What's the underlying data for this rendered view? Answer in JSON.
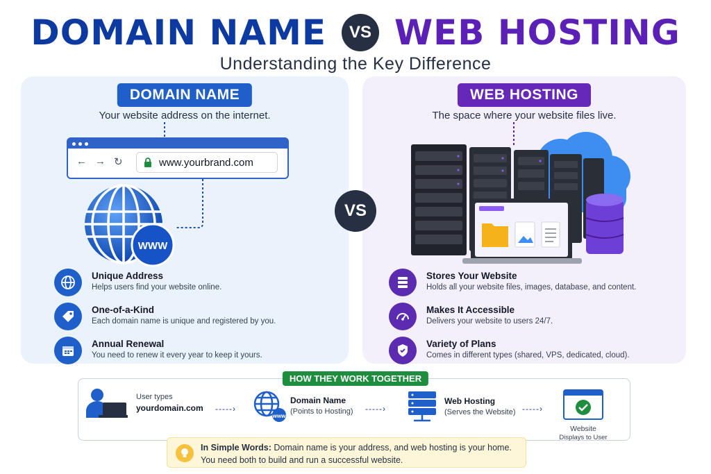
{
  "header": {
    "title_left": "DOMAIN NAME",
    "vs": "VS",
    "title_right": "WEB HOSTING",
    "subtitle": "Understanding the Key Difference"
  },
  "domain_panel": {
    "tag": "DOMAIN NAME",
    "description": "Your website address on the internet.",
    "url": "www.yourbrand.com",
    "globe_badge": "WWW",
    "features": [
      {
        "title": "Unique Address",
        "desc": "Helps users find your website online.",
        "icon": "globe-icon"
      },
      {
        "title": "One-of-a-Kind",
        "desc": "Each domain name is unique and registered by you.",
        "icon": "tag-icon"
      },
      {
        "title": "Annual Renewal",
        "desc": "You need to renew it every year to keep it yours.",
        "icon": "calendar-icon"
      }
    ]
  },
  "center_vs": "VS",
  "hosting_panel": {
    "tag": "WEB HOSTING",
    "description": "The space where your website files live.",
    "features": [
      {
        "title": "Stores Your Website",
        "desc": "Holds all your website files, images, database, and content.",
        "icon": "server-icon"
      },
      {
        "title": "Makes It Accessible",
        "desc": "Delivers your website to users 24/7.",
        "icon": "speedometer-icon"
      },
      {
        "title": "Variety of Plans",
        "desc": "Comes in different types (shared, VPS, dedicated, cloud).",
        "icon": "shield-icon"
      }
    ]
  },
  "how": {
    "tag": "HOW THEY WORK TOGETHER",
    "user_line1": "User types",
    "user_line2": "yourdomain.com",
    "domain_title": "Domain Name",
    "domain_sub": "(Points to Hosting)",
    "hosting_title": "Web Hosting",
    "hosting_sub": "(Serves the Website)",
    "website_title": "Website",
    "website_sub": "Displays to User",
    "www_badge": "www"
  },
  "simple": {
    "label": "In Simple Words:",
    "line1": "Domain name is your address, and web hosting is your home.",
    "line2": "You need both to build and run a successful website."
  },
  "colors": {
    "domain_blue": "#0d3aa0",
    "hosting_purple": "#5b21b6",
    "green": "#1e8e3e"
  }
}
